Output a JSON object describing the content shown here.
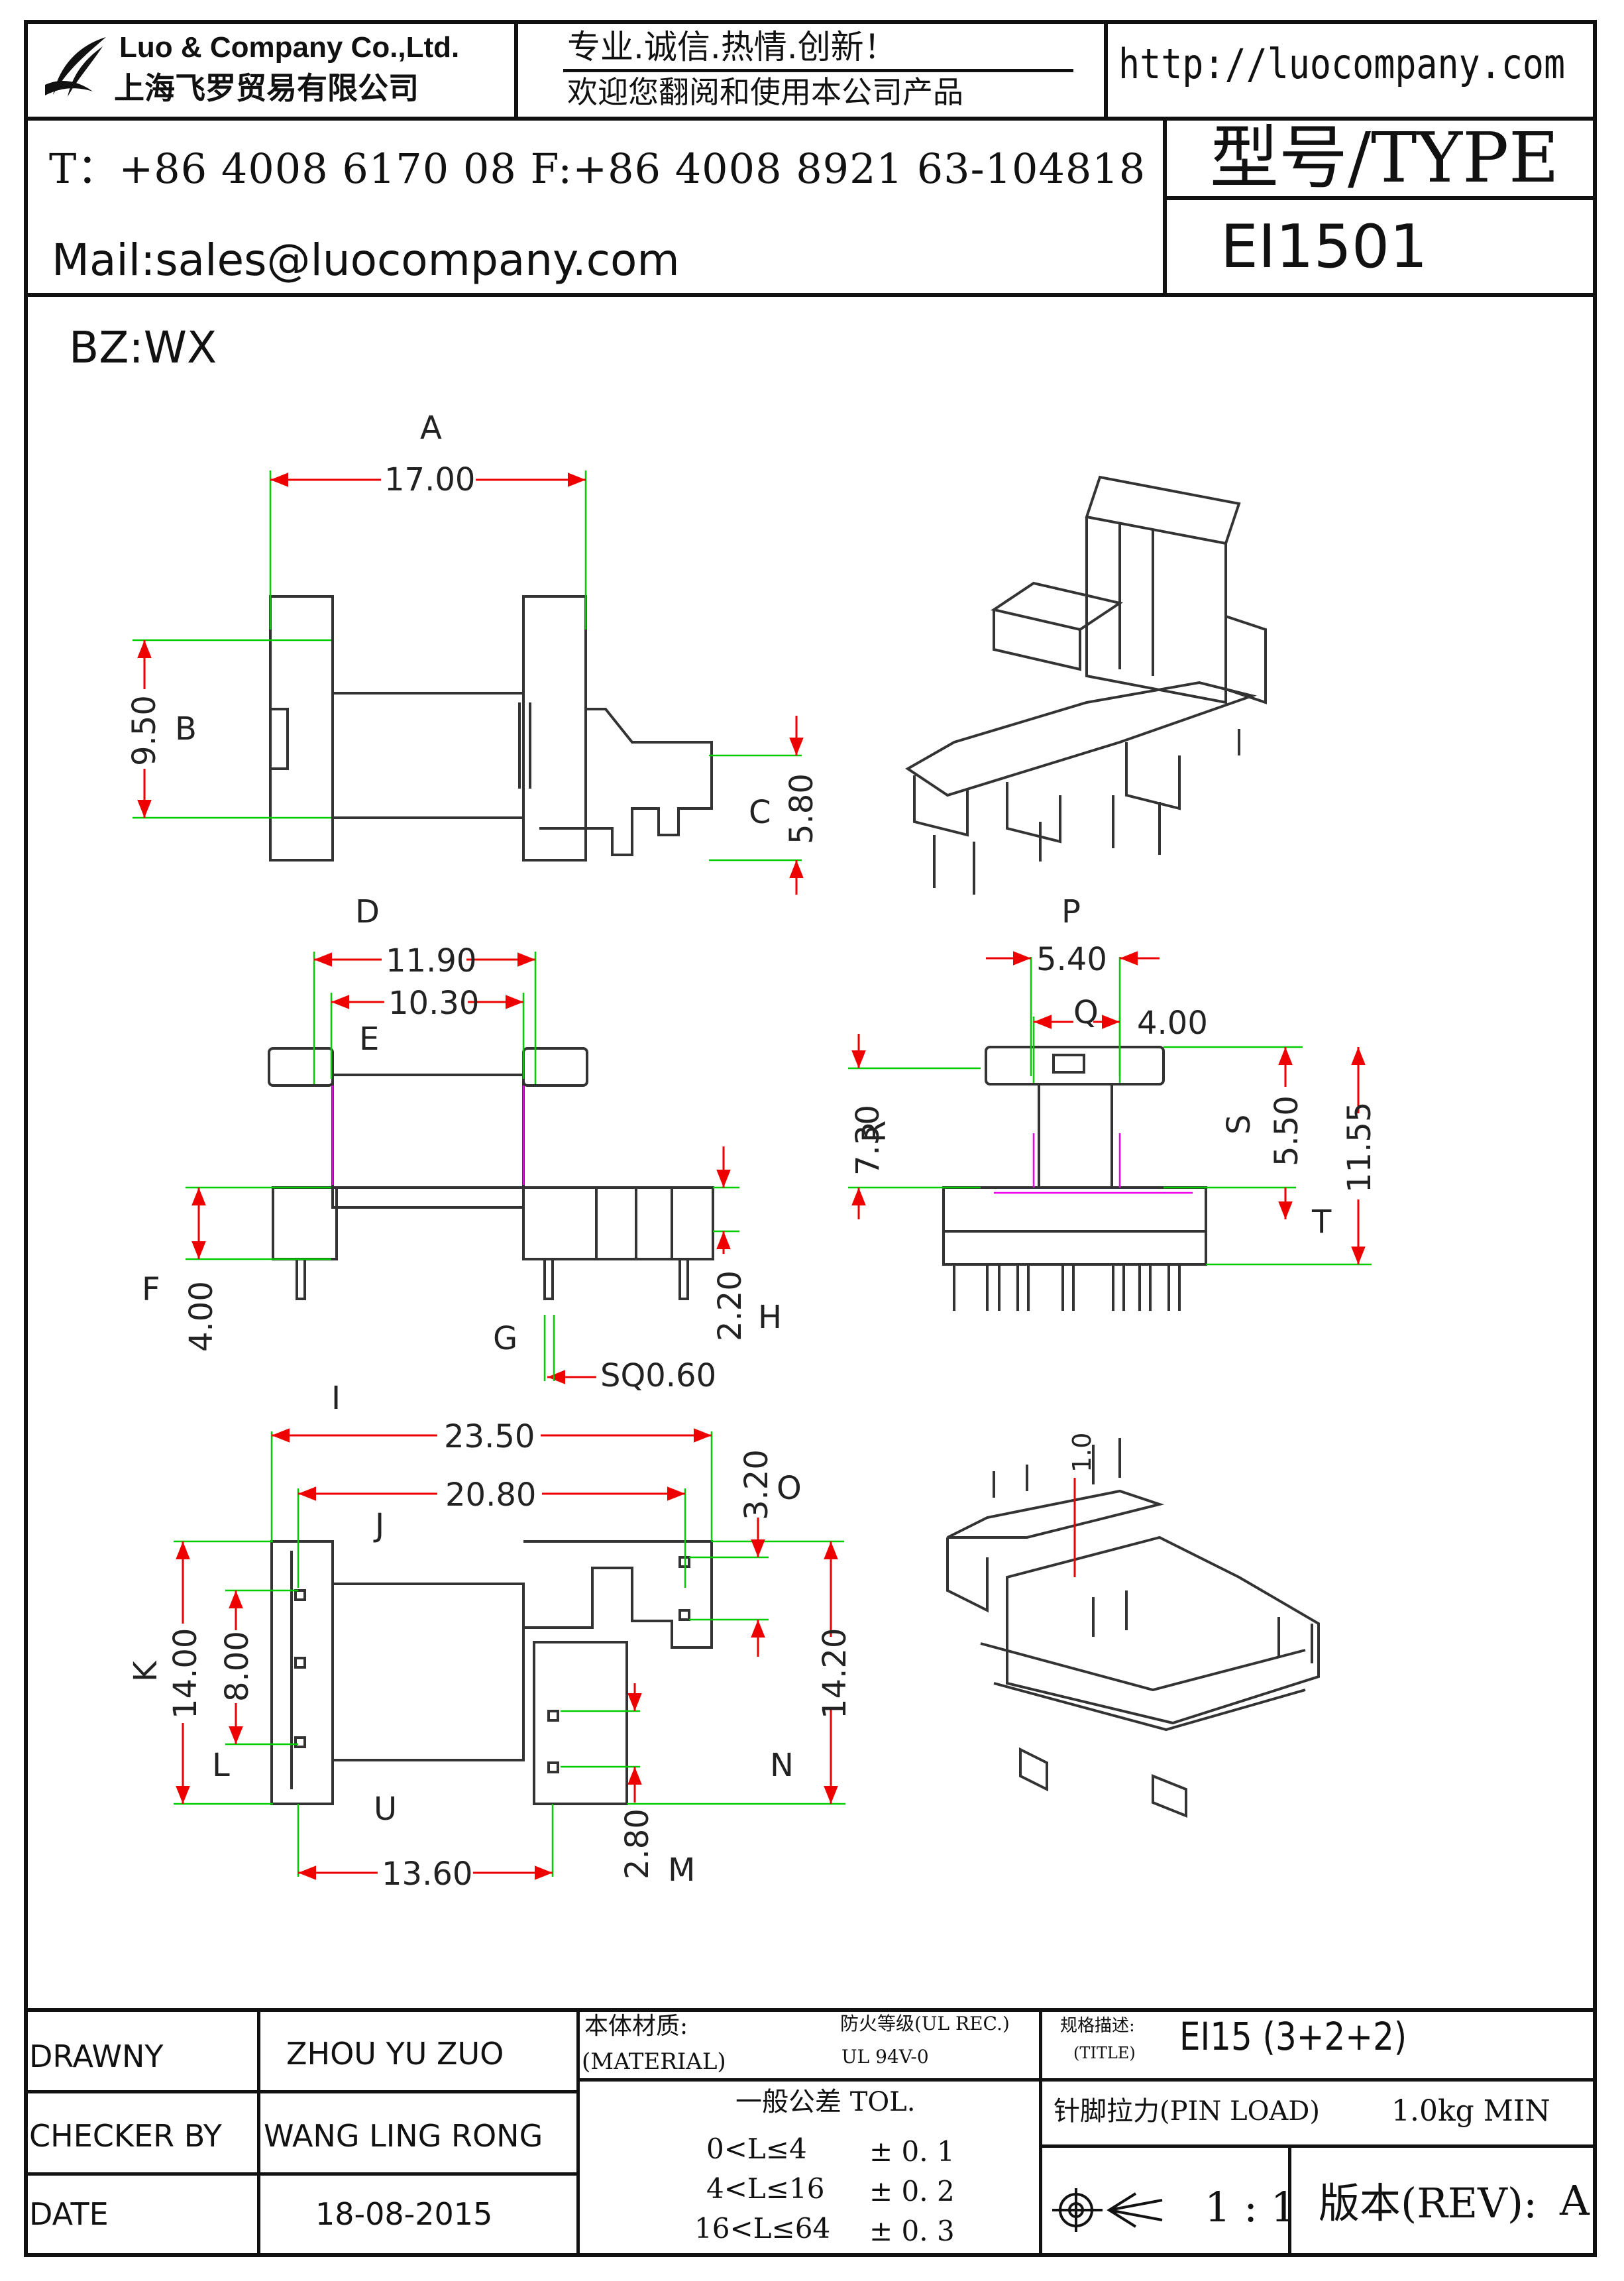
{
  "header": {
    "company_en": "Luo & Company Co.,Ltd.",
    "company_cn": "上海飞罗贸易有限公司",
    "slogan": "专业.诚信.热情.创新！",
    "welcome": "欢迎您翻阅和使用本公司产品",
    "website": "http://luocompany.com",
    "phone_fax": "T：+86 4008 6170 08 F:+86 4008 8921 63-104818",
    "mail": "Mail:sales@luocompany.com",
    "type_label": "型号/TYPE",
    "type_value": "EI1501"
  },
  "drawing": {
    "note": "BZ:WX",
    "view1": {
      "A_label": "A",
      "A_val": "17.00",
      "B_label": "B",
      "B_val": "9.50",
      "C_label": "C",
      "C_val": "5.80"
    },
    "view2": {
      "D_label": "D",
      "D_val": "11.90",
      "E_label": "E",
      "E_val": "10.30",
      "F_label": "F",
      "F_val": "4.00",
      "G_label": "G",
      "G_val": "SQ0.60",
      "H_label": "H",
      "H_val": "2.20"
    },
    "view3": {
      "P_label": "P",
      "P_val": "5.40",
      "Q_label": "Q",
      "Q_val": "4.00",
      "R_label": "R",
      "R_val": "7.30",
      "S_label": "S",
      "S_val": "5.50",
      "T_label": "T",
      "T_val": "11.55"
    },
    "view4": {
      "I_label": "I",
      "I_val": "23.50",
      "J_label": "J",
      "J_val": "20.80",
      "O_label": "O",
      "O_val": "3.20",
      "K_label": "K",
      "K_val": "14.00",
      "L_label": "L",
      "L_val": "8.00",
      "N_label": "N",
      "N_val": "14.20",
      "U_label": "U",
      "U_val": "13.60",
      "M_label": "M",
      "M_val": "2.80"
    },
    "iso_bottom_dim": "1.0"
  },
  "title_block": {
    "drawn_label": "DRAWNY",
    "drawn_value": "ZHOU YU ZUO",
    "checker_label": "CHECKER BY",
    "checker_value": "WANG LING RONG",
    "date_label": "DATE",
    "date_value": "18-08-2015",
    "material_cn": "本体材质:",
    "material_en": "(MATERIAL)",
    "fire_cn": "防火等级(UL REC.)",
    "fire_value": "UL 94V-0",
    "title_cn": "规格描述:",
    "title_en": "(TITLE)",
    "title_value": "EI15 (3+2+2)",
    "tol_title": "一般公差 TOL.",
    "tol_rows": [
      {
        "range": "0<L≤4",
        "tol": "± 0. 1"
      },
      {
        "range": "4<L≤16",
        "tol": "± 0. 2"
      },
      {
        "range": "16<L≤64",
        "tol": "± 0. 3"
      }
    ],
    "pin_load": "针脚拉力(PIN LOAD)",
    "pin_load_value": "1.0kg MIN",
    "scale": "1 : 1",
    "rev_label": "版本(REV):",
    "rev_value": "A"
  }
}
